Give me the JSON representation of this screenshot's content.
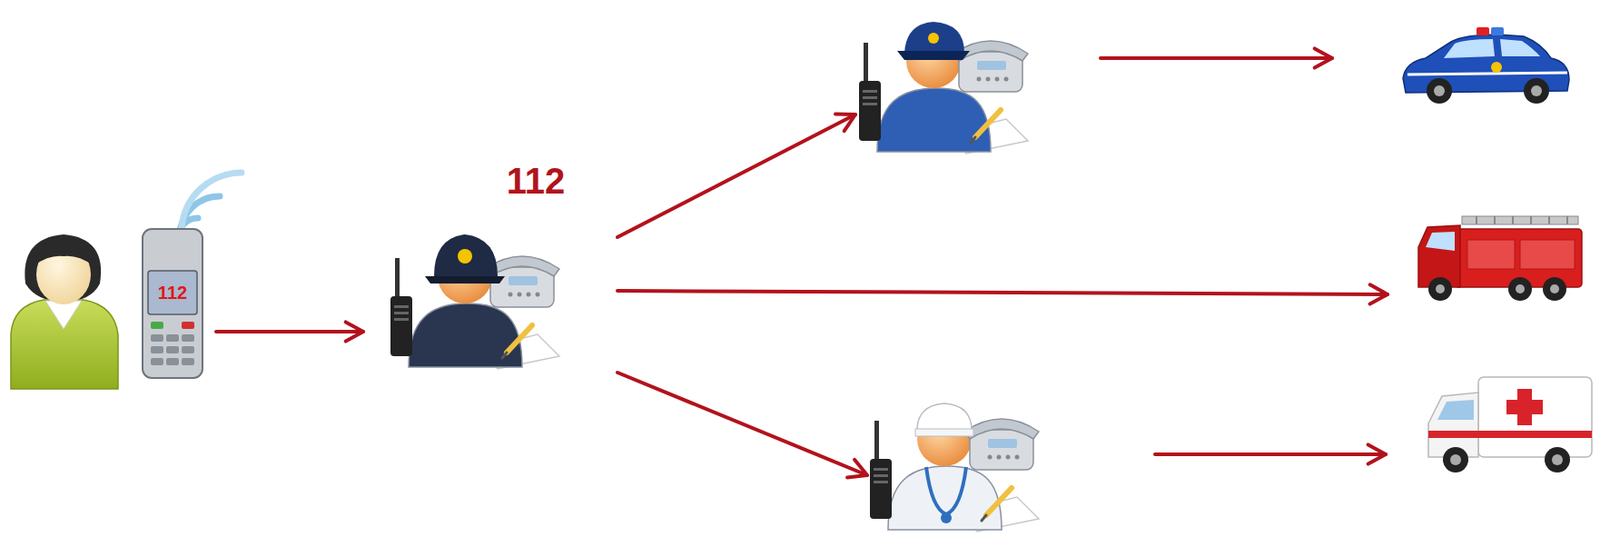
{
  "diagram": {
    "nodes": [
      {
        "text": [
          "112"
        ]
      },
      {
        "text": [
          "112"
        ]
      },
      {
        "text": []
      },
      {
        "text": []
      },
      {
        "text": []
      },
      {
        "text": []
      },
      {
        "text": []
      }
    ],
    "edges": [
      {
        "from": 0,
        "to": 1,
        "arrow": "to"
      },
      {
        "from": 1,
        "to": 2,
        "arrow": "to"
      },
      {
        "from": 1,
        "to": 5,
        "arrow": "to"
      },
      {
        "from": 1,
        "to": 3,
        "arrow": "to"
      },
      {
        "from": 2,
        "to": 4,
        "arrow": "to"
      },
      {
        "from": 3,
        "to": 6,
        "arrow": "to"
      }
    ]
  }
}
